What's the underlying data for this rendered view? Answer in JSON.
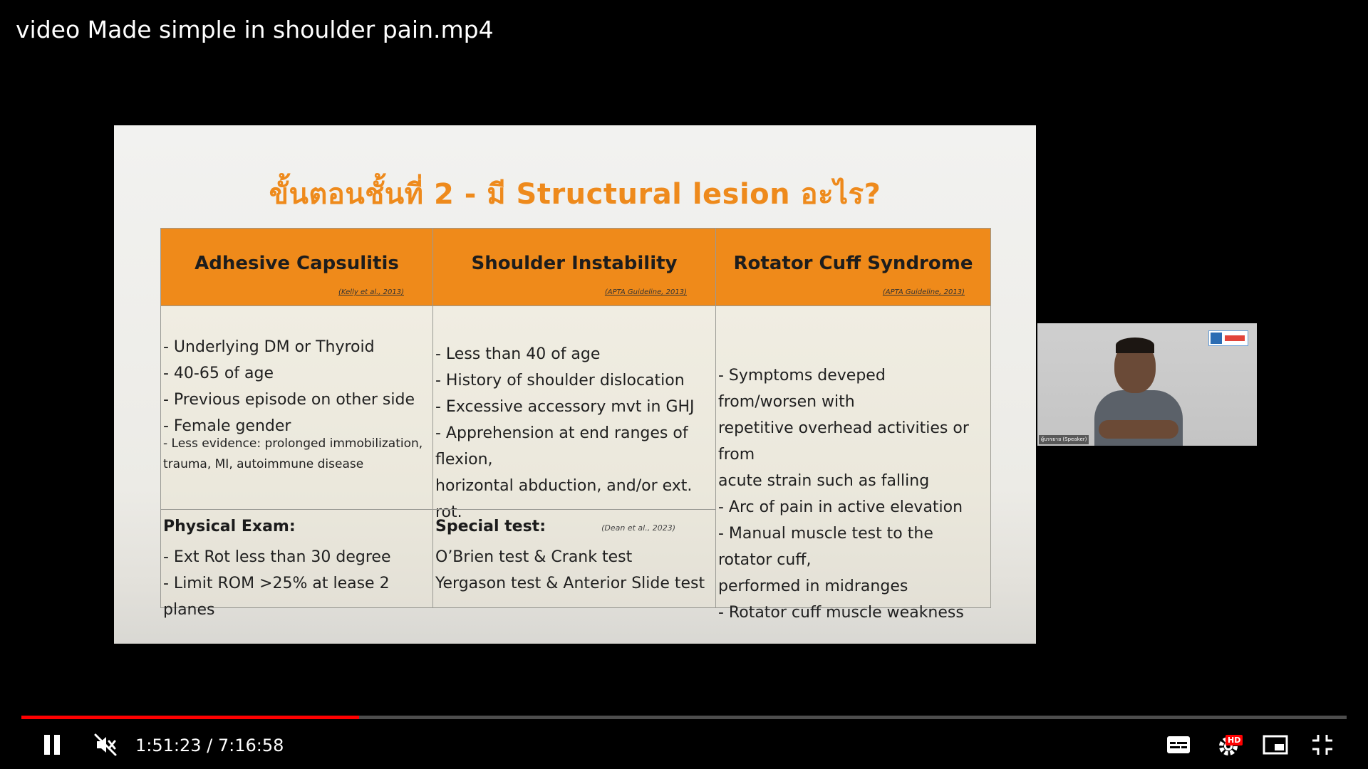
{
  "video": {
    "title": "video Made simple in shoulder pain.mp4",
    "current_time": "1:51:23",
    "separator": "/",
    "duration": "7:16:58",
    "progress_fraction": 0.255,
    "accent_color": "#ff0000"
  },
  "slide": {
    "title": "ขั้นตอนชั้นที่ 2 - มี Structural lesion อะไร?",
    "columns": [
      {
        "heading": "Adhesive Capsulitis",
        "ref": "(Kelly et al., 2013)",
        "main_text": "- Underlying DM or Thyroid\n- 40-65 of age\n- Previous episode on other side\n- Female gender",
        "extra_text": "- Less evidence: prolonged immobilization,\ntrauma, MI, autoimmune disease",
        "bottom_title": "Physical Exam:",
        "bottom_text": "- Ext Rot less than 30 degree\n- Limit ROM >25% at lease 2 planes"
      },
      {
        "heading": "Shoulder Instability",
        "ref": "(APTA Guideline, 2013)",
        "main_text": "- Less than 40 of age\n- History of shoulder dislocation\n- Excessive accessory mvt in GHJ\n- Apprehension at end ranges of flexion,\nhorizontal abduction, and/or ext. rot.",
        "bottom_title": "Special test:",
        "bottom_ref": "(Dean et al., 2023)",
        "bottom_text": "O’Brien test & Crank test\nYergason test & Anterior Slide test"
      },
      {
        "heading": "Rotator Cuff Syndrome",
        "ref": "(APTA Guideline, 2013)",
        "main_text": "- Symptoms deveped from/worsen with\nrepetitive overhead activities or from\nacute strain such as falling\n- Arc of pain in active elevation\n- Manual muscle test to the rotator cuff,\nperformed in midranges\n- Rotator cuff muscle weakness"
      }
    ],
    "header_color": "#ef8a1a",
    "title_color": "#ee8a1c"
  },
  "webcam": {
    "logo_icon": "khon-kaen-physio-logo",
    "label": "ผู้บรรยาย (Speaker)"
  },
  "controls": {
    "pause_icon": "pause-icon",
    "mute_icon": "volume-muted-icon",
    "cc_icon": "subtitles-icon",
    "settings_icon": "gear-icon",
    "settings_badge": "HD",
    "miniplayer_icon": "miniplayer-icon",
    "exit_fullscreen_icon": "exit-fullscreen-icon"
  }
}
